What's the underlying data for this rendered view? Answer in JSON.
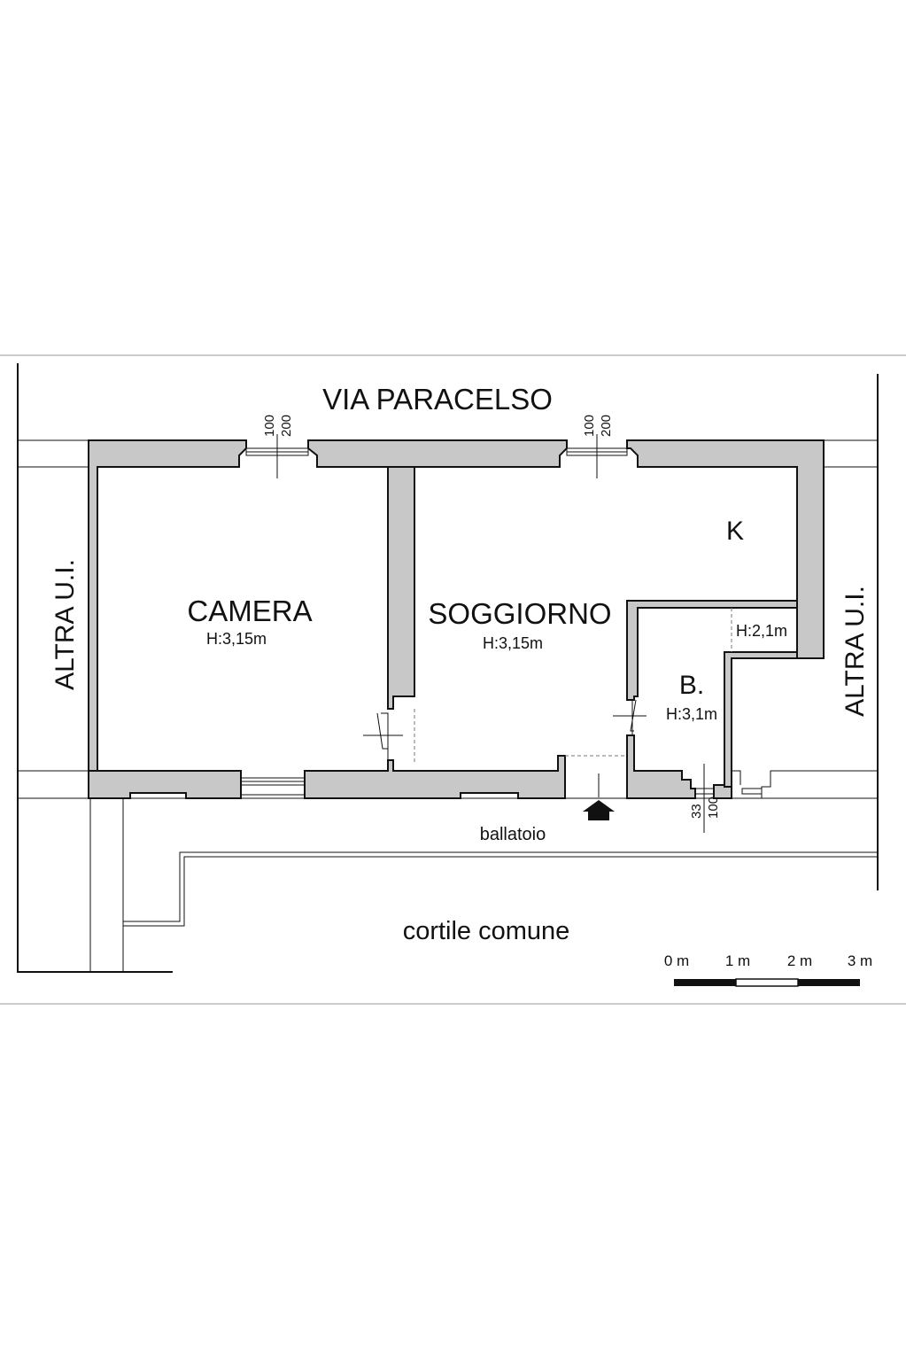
{
  "street": "VIA PARACELSO",
  "neighbor_left": "ALTRA  U.I.",
  "neighbor_right": "ALTRA  U.I.",
  "rooms": {
    "camera": {
      "name": "CAMERA",
      "height": "H:3,15m"
    },
    "soggiorno": {
      "name": "SOGGIORNO",
      "height": "H:3,15m"
    },
    "kitchen": {
      "name": "K"
    },
    "bath": {
      "name": "B.",
      "height": "H:3,1m"
    },
    "bath_niche": {
      "height": "H:2,1m"
    }
  },
  "windows": {
    "camera_street": {
      "width": "100",
      "height": "200"
    },
    "soggiorno_street": {
      "width": "100",
      "height": "200"
    },
    "bath_window": {
      "width": "33",
      "height": "100"
    }
  },
  "ballatoio": "ballatoio",
  "courtyard": "cortile comune",
  "scale_bar": {
    "labels": [
      "0 m",
      "1 m",
      "2 m",
      "3 m"
    ]
  },
  "colors": {
    "wall_fill": "#c8c8c8",
    "line": "#111111",
    "frame": "#999999"
  }
}
